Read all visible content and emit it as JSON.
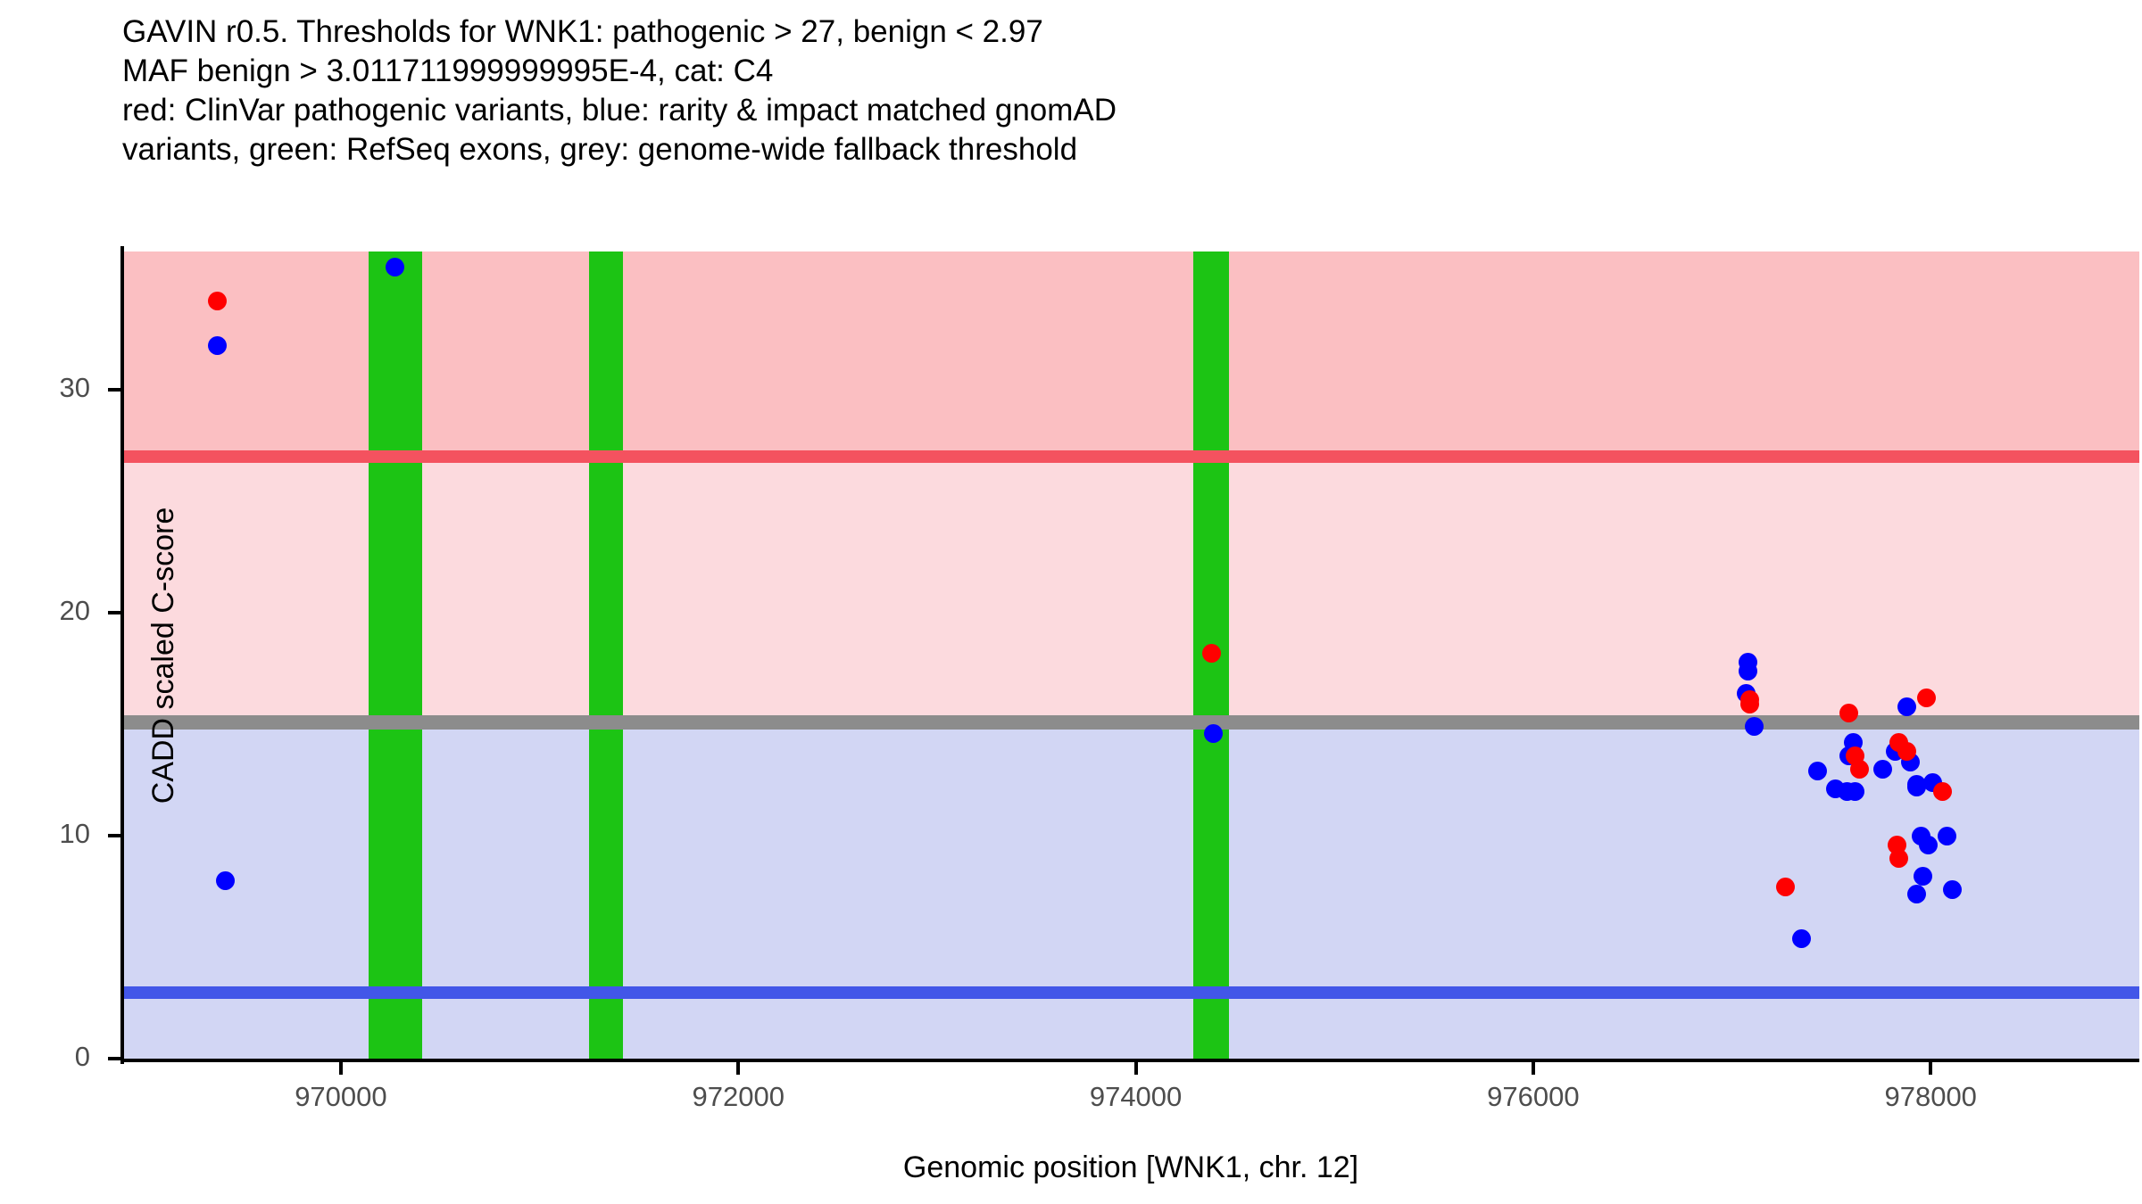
{
  "title": {
    "lines": [
      "GAVIN r0.5. Thresholds for WNK1: pathogenic > 27, benign < 2.97",
      "MAF benign > 3.011711999999995E-4, cat: C4",
      "red: ClinVar pathogenic variants, blue: rarity & impact matched gnomAD",
      "variants, green: RefSeq exons, grey: genome-wide fallback threshold"
    ]
  },
  "colors": {
    "pathogenic_point": "#FF0000",
    "benign_point": "#0000FF",
    "exon": "#1CC414",
    "pathogenic_threshold_line": "#F4525F",
    "benign_threshold_line": "#4256E8",
    "fallback_threshold_line": "#8C8C8C",
    "band_pathogenic": "#FBBFC2",
    "band_uncertain": "#FCDADE",
    "band_benign": "#D2D6F4",
    "axis_text": "#4d4d4d"
  },
  "chart_data": {
    "type": "scatter",
    "title": "GAVIN r0.5. Thresholds for WNK1: pathogenic > 27, benign < 2.97",
    "xlabel": "Genomic position [WNK1, chr. 12]",
    "ylabel": "CADD scaled C-score",
    "grid": false,
    "legend": "none",
    "xlim": [
      968900,
      979050
    ],
    "ylim": [
      0,
      36.2
    ],
    "xticks": [
      970000,
      972000,
      974000,
      976000,
      978000
    ],
    "xtick_labels": [
      "970000",
      "972000",
      "974000",
      "976000",
      "978000"
    ],
    "yticks": [
      0,
      10,
      20,
      30
    ],
    "ytick_labels": [
      "0",
      "10",
      "20",
      "30"
    ],
    "thresholds": {
      "pathogenic": 27,
      "benign": 2.97,
      "genome_wide_fallback": 15.1,
      "maf_benign": "3.011711999999995E-4",
      "category": "C4",
      "gene": "WNK1",
      "chromosome": "12"
    },
    "bands": [
      {
        "name": "pathogenic",
        "ymin": 27,
        "ymax": 36.2,
        "color": "#FBBFC2"
      },
      {
        "name": "uncertain",
        "ymin": 15.1,
        "ymax": 27,
        "color": "#FCDADE"
      },
      {
        "name": "benign",
        "ymin": 0,
        "ymax": 15.1,
        "color": "#D2D6F4"
      }
    ],
    "exons": [
      {
        "start": 970140,
        "end": 970410
      },
      {
        "start": 971250,
        "end": 971420
      },
      {
        "start": 974290,
        "end": 974470
      }
    ],
    "series": [
      {
        "name": "ClinVar pathogenic variants",
        "color": "#FF0000",
        "points": [
          {
            "x": 969380,
            "y": 34.0
          },
          {
            "x": 974380,
            "y": 18.2
          },
          {
            "x": 977090,
            "y": 16.1
          },
          {
            "x": 977090,
            "y": 15.9
          },
          {
            "x": 977590,
            "y": 15.5
          },
          {
            "x": 977980,
            "y": 16.2
          },
          {
            "x": 977840,
            "y": 14.2
          },
          {
            "x": 977620,
            "y": 13.6
          },
          {
            "x": 977640,
            "y": 13.0
          },
          {
            "x": 977880,
            "y": 13.8
          },
          {
            "x": 978060,
            "y": 12.0
          },
          {
            "x": 977830,
            "y": 9.6
          },
          {
            "x": 977840,
            "y": 9.0
          },
          {
            "x": 977270,
            "y": 7.7
          }
        ]
      },
      {
        "name": "rarity & impact matched gnomAD variants",
        "color": "#0000FF",
        "points": [
          {
            "x": 969380,
            "y": 32.0
          },
          {
            "x": 969420,
            "y": 8.0
          },
          {
            "x": 970270,
            "y": 35.5
          },
          {
            "x": 974390,
            "y": 14.6
          },
          {
            "x": 977080,
            "y": 17.8
          },
          {
            "x": 977080,
            "y": 17.4
          },
          {
            "x": 977070,
            "y": 16.4
          },
          {
            "x": 977110,
            "y": 14.9
          },
          {
            "x": 977610,
            "y": 14.2
          },
          {
            "x": 977880,
            "y": 15.8
          },
          {
            "x": 977590,
            "y": 13.6
          },
          {
            "x": 977820,
            "y": 13.8
          },
          {
            "x": 977900,
            "y": 13.3
          },
          {
            "x": 977430,
            "y": 12.9
          },
          {
            "x": 977520,
            "y": 12.1
          },
          {
            "x": 977580,
            "y": 12.0
          },
          {
            "x": 977620,
            "y": 12.0
          },
          {
            "x": 977760,
            "y": 13.0
          },
          {
            "x": 977930,
            "y": 12.3
          },
          {
            "x": 977930,
            "y": 12.2
          },
          {
            "x": 978010,
            "y": 12.4
          },
          {
            "x": 977950,
            "y": 10.0
          },
          {
            "x": 978080,
            "y": 10.0
          },
          {
            "x": 977990,
            "y": 9.6
          },
          {
            "x": 977960,
            "y": 8.2
          },
          {
            "x": 978110,
            "y": 7.6
          },
          {
            "x": 977930,
            "y": 7.4
          },
          {
            "x": 977350,
            "y": 5.4
          }
        ]
      }
    ]
  }
}
